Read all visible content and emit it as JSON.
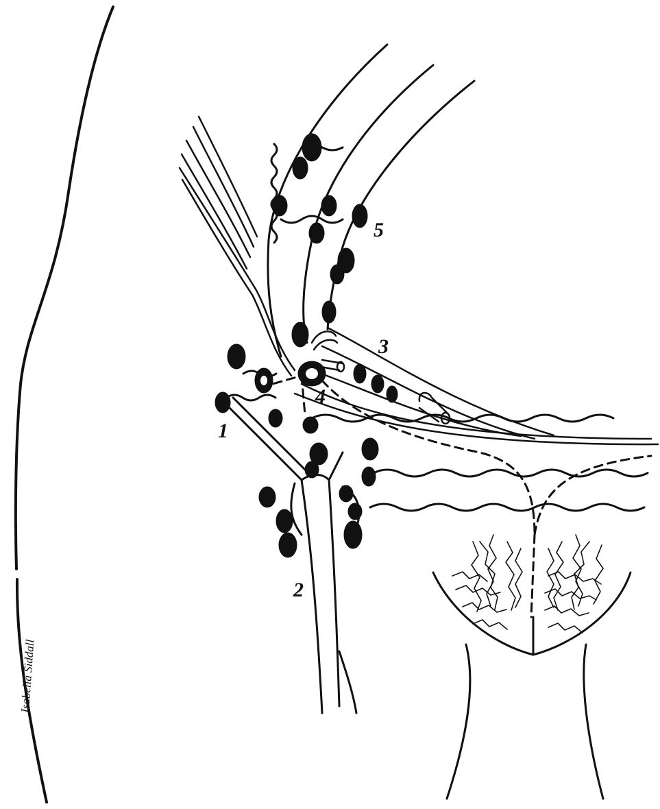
{
  "figure": {
    "labels": [
      {
        "id": "label-1",
        "text": "1"
      },
      {
        "id": "label-2",
        "text": "2"
      },
      {
        "id": "label-3",
        "text": "3"
      },
      {
        "id": "label-4",
        "text": "4"
      },
      {
        "id": "label-5",
        "text": "5"
      }
    ],
    "signature": "Isabella Siddall"
  },
  "colors": {
    "ink": "#111111",
    "paper": "#ffffff"
  }
}
